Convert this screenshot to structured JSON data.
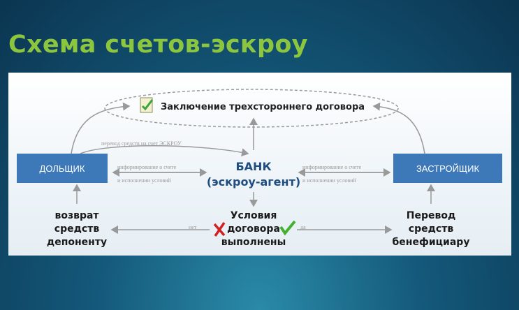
{
  "title": "Схема счетов-эскроу",
  "contract": "Заключение трехстороннего договора",
  "left_box": "ДОЛЬЩИК",
  "right_box": "ЗАСТРОЙЩИК",
  "bank": {
    "line1": "БАНК",
    "line2": "(эскроу-агент)"
  },
  "transfer_label": "перевод средств на счет ЭСКРОУ",
  "info_left": {
    "line1": "информирование о счете",
    "line2": "и исполнении условий"
  },
  "info_right": {
    "line1": "информирование о счете",
    "line2": "и исполнении условий"
  },
  "conditions": {
    "line1": "Условия",
    "line2": "договора",
    "line3": "выполнены"
  },
  "no_label": "нет",
  "yes_label": "да",
  "refund": {
    "line1": "возврат",
    "line2": "средств",
    "line3": "депоненту"
  },
  "payout": {
    "line1": "Перевод",
    "line2": "средств",
    "line3": "бенефициару"
  }
}
